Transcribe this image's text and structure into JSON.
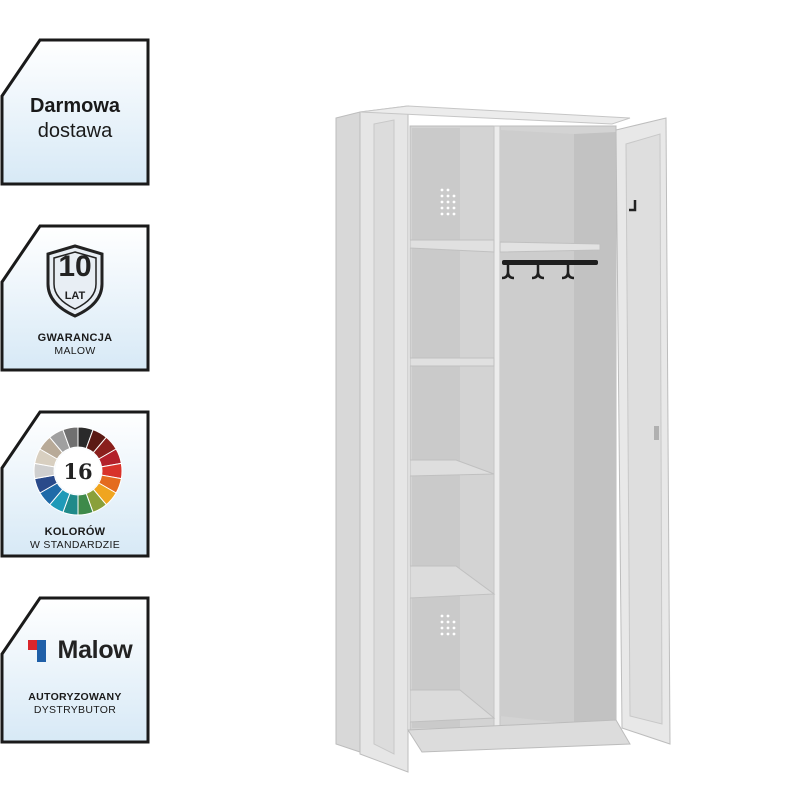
{
  "badges": {
    "shipping": {
      "line1": "Darmowa",
      "line2": "dostawa"
    },
    "warranty": {
      "years": "10",
      "years_unit": "LAT",
      "line1": "GWARANCJA",
      "line2": "MALOW"
    },
    "colors": {
      "count": "16",
      "line1": "KOLORÓW",
      "line2": "W STANDARDZIE"
    },
    "dealer": {
      "brand": "Malow",
      "line1": "AUTORYZOWANY",
      "line2": "DYSTRYBUTOR"
    }
  },
  "palette": {
    "badge_bg_top": "#ffffff",
    "badge_bg_bottom": "#d7e9f6",
    "badge_border": "#1a1a1a",
    "brand_red": "#d9262c",
    "brand_blue": "#1f5fa8",
    "cabinet_body": "#e3e3e3",
    "cabinet_interior": "#d2d2d2",
    "color_wheel": [
      "#2a2a2a",
      "#5a1a14",
      "#8a1f1c",
      "#b3202a",
      "#d8322a",
      "#e46b1f",
      "#f0a51f",
      "#8aa03a",
      "#3e8a4a",
      "#1f8a8a",
      "#1f9ab8",
      "#1f6aa8",
      "#2a4a8a",
      "#cfcfcf",
      "#d8cfc0",
      "#b8aa98",
      "#a0a0a0",
      "#707070"
    ]
  }
}
